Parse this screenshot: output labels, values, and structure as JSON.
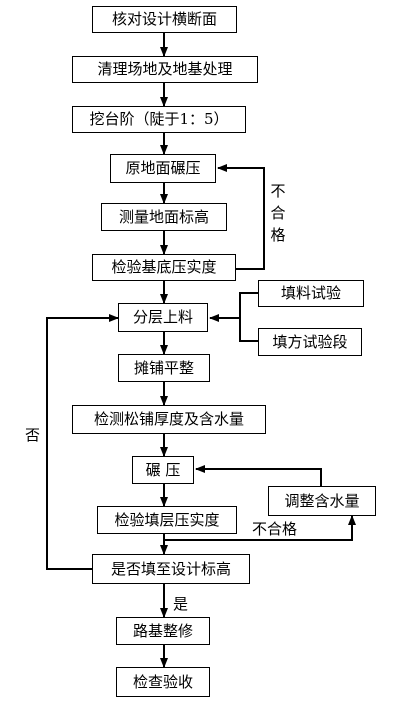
{
  "steps": {
    "verify_section": "核对设计横断面",
    "clear_site": "清理场地及地基处理",
    "dig_steps": "挖台阶（陡于1：5）",
    "compact_ground": "原地面碾压",
    "measure_elevation": "测量地面标高",
    "check_base_compaction": "检验基底压实度",
    "layered_fill": "分层上料",
    "fill_material_test": "填料试验",
    "fill_trial_section": "填方试验段",
    "spread_level": "摊铺平整",
    "check_thickness_moisture": "检测松铺厚度及含水量",
    "roll_compact": "碾 压",
    "adjust_moisture": "调整含水量",
    "check_layer_compaction": "检验填层压实度",
    "reach_design_elevation": "是否填至设计标高",
    "subgrade_trim": "路基整修",
    "inspect_accept": "检查验收"
  },
  "labels": {
    "fail_1": [
      "不",
      "合",
      "格"
    ],
    "fail_2": "不合格",
    "no": "否",
    "yes": "是"
  },
  "colors": {
    "line": "#000000",
    "background": "#ffffff"
  }
}
